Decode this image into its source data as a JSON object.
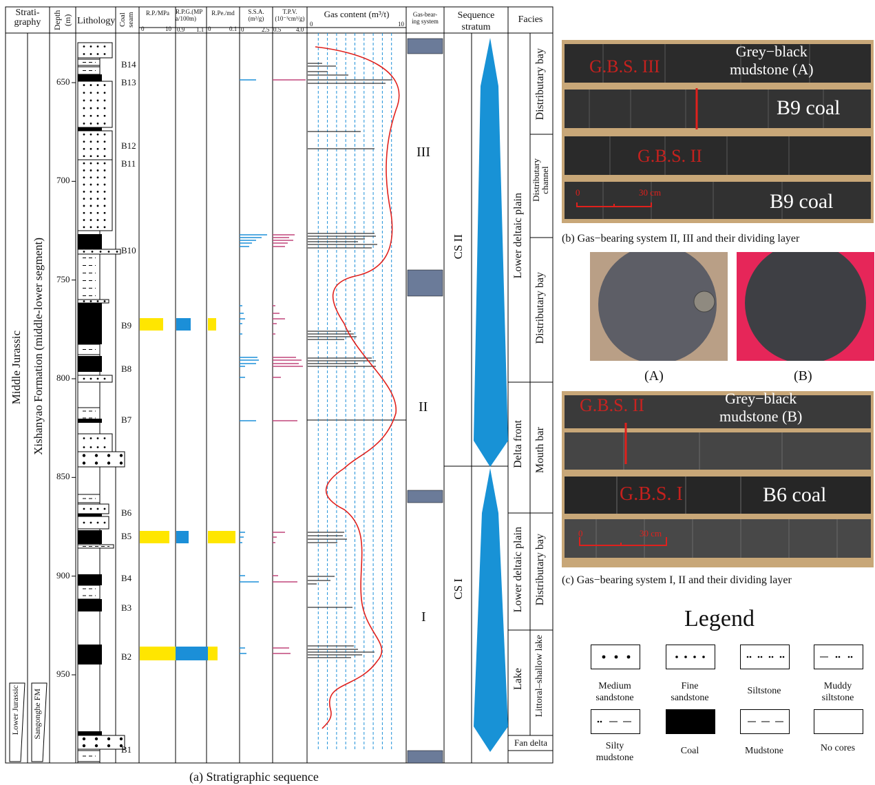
{
  "columns": {
    "stratigraphy": "Strati-\ngraphy",
    "depth": "Depth\n(m)",
    "lithology": "Lithology",
    "coal_seam": "Coal\nseam",
    "rp": "R.P./MPa",
    "rp_range": [
      "0",
      "10"
    ],
    "rpg": "R.P.G.(MP\na/100m)",
    "rpg_range": [
      "0.9",
      "1.1"
    ],
    "rpe": "R.Pe./md",
    "rpe_range": [
      "0",
      "0.1"
    ],
    "ssa": "S.S.A.\n(m²/g)",
    "ssa_range": [
      "0",
      "2.5"
    ],
    "tpv": "T.P.V.\n(10⁻³cm³/g)",
    "tpv_range": [
      "0.5",
      "4.0"
    ],
    "gas": "Gas content (m³/t)",
    "gas_range": [
      "0",
      "10"
    ],
    "gbs": "Gas-bear-\ning system",
    "sequence": "Sequence\nstratum",
    "facies": "Facies"
  },
  "strat": {
    "middle_jurassic": "Middle  Jurassic",
    "lower_jurassic": "Lower Jurassic",
    "xishanyao": "Xishanyao Formation (middle-lower segment)",
    "sangonghe": "Sangonghe  FM"
  },
  "depth_ticks": [
    "650",
    "700",
    "750",
    "800",
    "850",
    "900",
    "950"
  ],
  "seams": [
    "B14",
    "B13",
    "B12",
    "B11",
    "B10",
    "B9",
    "B8",
    "B7",
    "B6",
    "B5",
    "B4",
    "B3",
    "B2",
    "B1"
  ],
  "gbs_labels": [
    "III",
    "II",
    "I"
  ],
  "sequence_labels": [
    "CS II",
    "CS I"
  ],
  "facies": {
    "lower_deltaic_plain_1": "Lower deltaic plain",
    "distributary_bay_1": "Distributary bay",
    "distributary_channel": "Distributary\nchannel",
    "distributary_bay_2": "Distributary bay",
    "delta_front": "Delta front",
    "mouth_bar": "Mouth bar",
    "lower_deltaic_plain_2": "Lower deltaic plain",
    "distributary_bay_3": "Distributary bay",
    "lake": "Lake",
    "littoral": "Littoral–shallow lake",
    "fan_delta": "Fan  delta"
  },
  "caption_a": "(a) Stratigraphic sequence",
  "photo_b": {
    "label_top": "Grey−black\nmudstone (A)",
    "gbs3": "G.B.S. III",
    "coal1": "B9 coal",
    "gbs2": "G.B.S. II",
    "coal2": "B9 coal",
    "scale": "30 cm",
    "scale_zero": "0",
    "caption": "(b) Gas−bearing  system  II, III and their dividing layer"
  },
  "samples": {
    "a": "(A)",
    "b": "(B)"
  },
  "photo_c": {
    "gbs2": "G.B.S. II",
    "label_top": "Grey−black\nmudstone (B)",
    "gbs1": "G.B.S. I",
    "coal": "B6 coal",
    "scale": "30 cm",
    "scale_zero": "0",
    "caption": "(c) Gas−bearing  system  I, II and their dividing layer"
  },
  "legend": {
    "title": "Legend",
    "items": [
      "Medium\nsandstone",
      "Fine\nsandstone",
      "Siltstone",
      "Muddy\nsiltstone",
      "Silty\nmudstone",
      "Coal",
      "Mudstone",
      "No cores"
    ]
  },
  "colors": {
    "yellow": "#ffe600",
    "blue": "#1b8fd8",
    "pink": "#c0457a",
    "red": "#e0201c",
    "gbs": "#6b7b99",
    "seq": "#1892d6"
  }
}
